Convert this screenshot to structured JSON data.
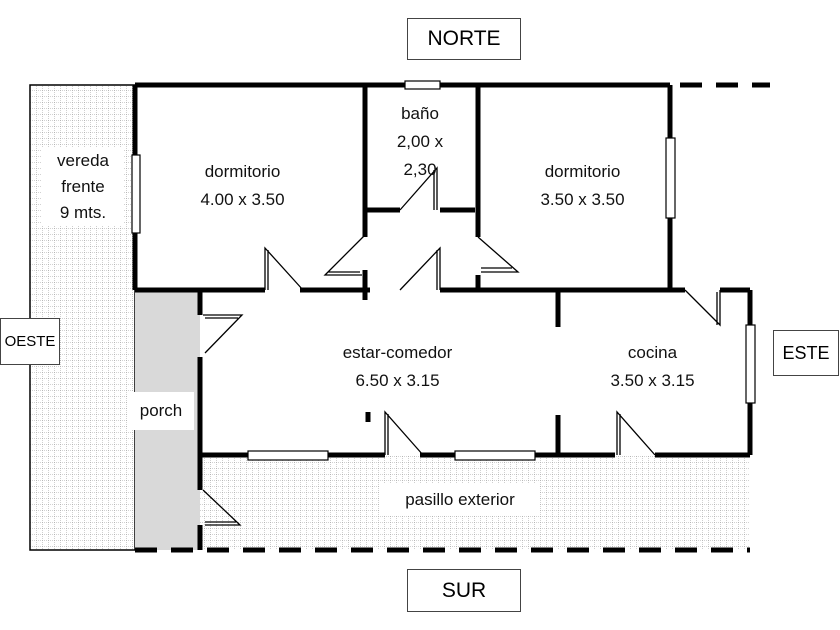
{
  "compass": {
    "north": "NORTE",
    "south": "SUR",
    "west": "OESTE",
    "east": "ESTE"
  },
  "rooms": {
    "bedroom1": {
      "name": "dormitorio",
      "size": "4.00 x 3.50"
    },
    "bathroom": {
      "name": "baño",
      "size_line1": "2,00 x",
      "size_line2": "2,30"
    },
    "bedroom2": {
      "name": "dormitorio",
      "size": "3.50 x 3.50"
    },
    "living": {
      "name": "estar-comedor",
      "size": "6.50 x 3.15"
    },
    "kitchen": {
      "name": "cocina",
      "size": "3.50 x 3.15"
    },
    "porch": {
      "name": "porch"
    },
    "corridor": {
      "name": "pasillo exterior"
    },
    "sidewalk": {
      "line1": "vereda",
      "line2": "frente",
      "line3": "9 mts."
    }
  }
}
